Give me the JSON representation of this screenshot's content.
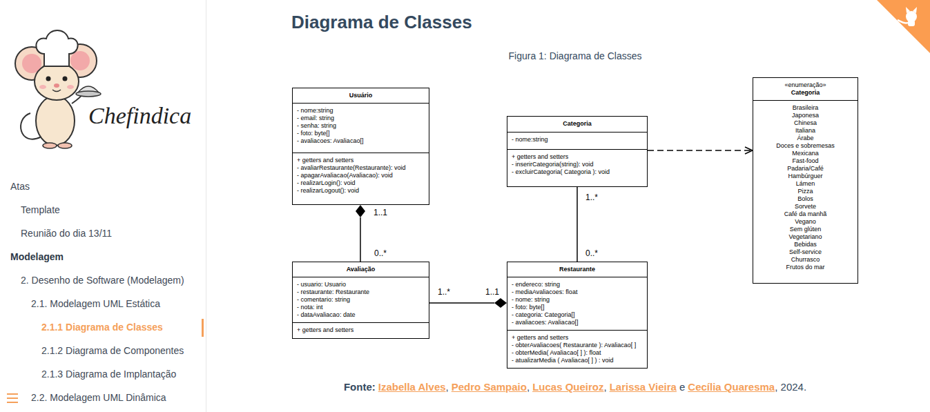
{
  "diagram": {
    "title": "Diagrama de Classes",
    "caption": "Figura 1: Diagrama de Classes",
    "nodes": [
      {
        "text": [
          "Usuário",
          "- nome:string",
          "- email: string",
          "- senha: string",
          "- foto: byte[]",
          "- avaliacoes: Avaliacao[]",
          "+ getters and setters",
          "- avaliarRestaurante(Restaurante): void",
          "- apagarAvaliacao(Avaliacao): void",
          "- realizarLogin(): void",
          "- realizarLogout(): void"
        ]
      },
      {
        "text": [
          "Categoria",
          "- nome:string",
          "+ getters and setters",
          "- inserirCategoria(string): void",
          "- excluirCategoria( Categoria ): void"
        ]
      },
      {
        "text": [
          "«enumeração»",
          "Categoria",
          "Brasileira",
          "Japonesa",
          "Chinesa",
          "Italiana",
          "Árabe",
          "Doces e sobremesas",
          "Mexicana",
          "Fast-food",
          "Padaria/Café",
          "Hambúrguer",
          "Lámen",
          "Pizza",
          "Bolos",
          "Sorvete",
          "Café da manhã",
          "Vegano",
          "Sem glúten",
          "Vegetariano",
          "Bebidas",
          "Self-service",
          "Churrasco",
          "Frutos do mar"
        ]
      },
      {
        "text": [
          "Avaliação",
          "- usuario: Usuario",
          "- restaurante: Restaurante",
          "- comentario: string",
          "- nota: int",
          "- dataAvaliacao: date",
          "+ getters and setters"
        ]
      },
      {
        "text": [
          "Restaurante",
          "- endereco: string",
          "- mediaAvaliacoes: float",
          "- nome: string",
          "- foto: byte[]",
          "- categoria: Categoria[]",
          "- avaliacoes: Avaliacao[]",
          "+ getters and setters",
          "- obterAvaliacoes( Restaurante ): Avaliacao[ ]",
          "- obterMedia( Avaliacao[ ] ): float",
          "- atualizarMedia ( Avaliacao[ ] ) : void"
        ]
      }
    ],
    "edges": [
      {
        "from": 3,
        "to": 0,
        "arrow": "to"
      },
      {
        "from": 1,
        "to": 4,
        "arrow": "none"
      },
      {
        "from": 3,
        "to": 4,
        "arrow": "to"
      },
      {
        "from": 1,
        "to": 2,
        "arrow": "to"
      }
    ],
    "labels": [
      "Chefindica",
      "Atas",
      "Template",
      "Reunião do dia 13/11",
      "Modelagem",
      "2. Desenho de Software (Modelagem)",
      "2.1. Modelagem UML Estática",
      "2.1.1 Diagrama de Classes",
      "2.1.2 Diagrama de Componentes",
      "2.1.3 Diagrama de Implantação",
      "2.2. Modelagem UML Dinâmica",
      "1..1",
      "0..*",
      "1..*",
      "0..*",
      "1..*",
      "1..1",
      "Fonte:",
      "Izabella Alves",
      ",",
      "Pedro Sampaio",
      ",",
      "Lucas Queiroz",
      ",",
      "Larissa Vieira",
      "e",
      "Cecília Quaresma",
      ", 2024."
    ]
  }
}
